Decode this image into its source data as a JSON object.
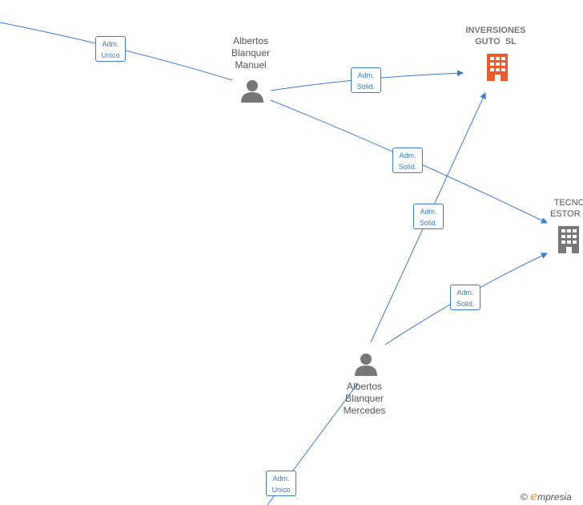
{
  "colors": {
    "edge": "#3a7bd5",
    "person": "#777777",
    "company_main": "#f05a28",
    "company_other": "#777777"
  },
  "nodes": {
    "person_manuel": {
      "lines": [
        "Albertos",
        "Blanquer",
        "Manuel"
      ],
      "icon": "person-icon"
    },
    "person_mercedes": {
      "lines": [
        "Albertos",
        "Blanquer",
        "Mercedes"
      ],
      "icon": "person-icon"
    },
    "company_inversiones": {
      "lines": [
        "INVERSIONES",
        "GUTO  SL"
      ],
      "icon": "building-icon"
    },
    "company_tecno": {
      "lines": [
        "TECNO",
        "ESTOR S"
      ],
      "icon": "building-icon"
    }
  },
  "edges": [
    {
      "from": "offscreen-top-left",
      "to": "person_manuel",
      "label": [
        "Adm.",
        "Unico"
      ]
    },
    {
      "from": "person_manuel",
      "to": "company_inversiones",
      "label": [
        "Adm.",
        "Solid."
      ]
    },
    {
      "from": "person_manuel",
      "to": "company_tecno",
      "label": [
        "Adm.",
        "Solid."
      ]
    },
    {
      "from": "person_mercedes",
      "to": "company_inversiones",
      "label": [
        "Adm.",
        "Solid."
      ]
    },
    {
      "from": "person_mercedes",
      "to": "company_tecno",
      "label": [
        "Adm.",
        "Solid."
      ]
    },
    {
      "from": "offscreen-bottom",
      "to": "person_mercedes",
      "label": [
        "Adm.",
        "Unico"
      ]
    }
  ],
  "brand": {
    "copyright": "©",
    "first_letter": "e",
    "rest": "mpresia"
  }
}
